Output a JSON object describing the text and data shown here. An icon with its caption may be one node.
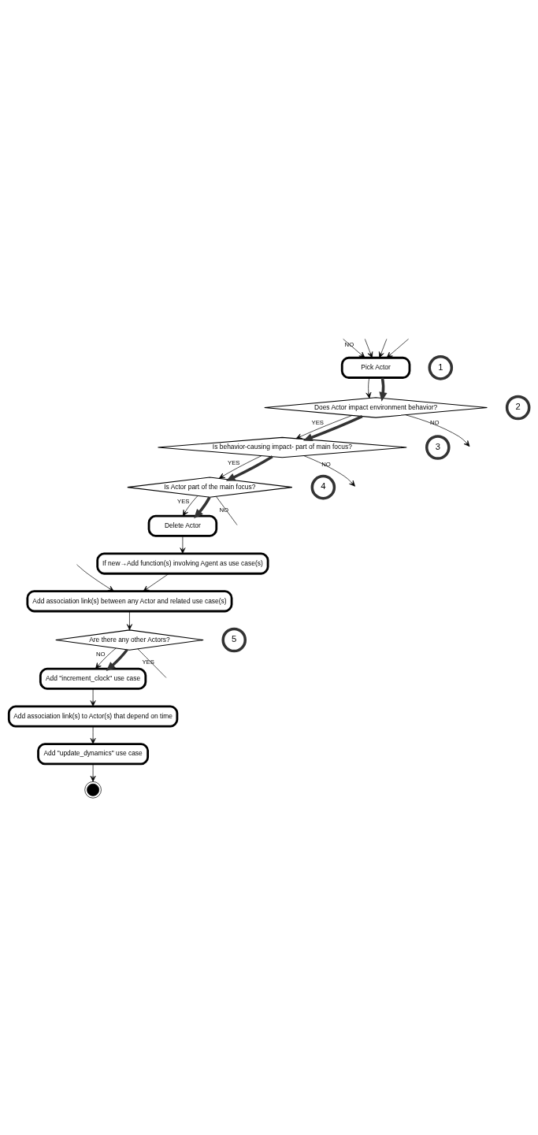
{
  "diagram": {
    "nodes": [
      {
        "text": [
          "Pick Actor"
        ]
      },
      {
        "text": [
          "Does Actor impact environment behavior?"
        ]
      },
      {
        "text": [
          "Is behavior-causing impact- part of main focus?"
        ]
      },
      {
        "text": [
          "Is Actor part of the main focus?"
        ]
      },
      {
        "text": [
          "Delete Actor"
        ]
      },
      {
        "text": [
          "If new→Add function(s) involving Agent as use case(s)"
        ]
      },
      {
        "text": [
          "Add association link(s) between any Actor and related use case(s)"
        ]
      },
      {
        "text": [
          "Are there any other Actors?"
        ]
      },
      {
        "text": [
          "Add \"increment_clock\" use case"
        ]
      },
      {
        "text": [
          "Add association link(s) to Actor(s) that depend on time"
        ]
      },
      {
        "text": [
          "Add \"update_dynamics\" use case"
        ]
      },
      {
        "text": [],
        "shape": "circle"
      },
      {
        "text": [
          "1"
        ]
      },
      {
        "text": [
          "2"
        ]
      },
      {
        "text": [
          "3"
        ]
      },
      {
        "text": [
          "4"
        ]
      },
      {
        "text": [
          "5"
        ]
      }
    ],
    "edges": [
      {
        "from": null,
        "to": 0,
        "arrow": "to",
        "label": "NO"
      },
      {
        "from": null,
        "to": 0,
        "arrow": "to"
      },
      {
        "from": null,
        "to": 0,
        "arrow": "to"
      },
      {
        "from": null,
        "to": 0,
        "arrow": "to"
      },
      {
        "from": 0,
        "to": 1,
        "arrow": "to"
      },
      {
        "from": 1,
        "to": null,
        "arrow": "to",
        "label": "NO"
      },
      {
        "from": 1,
        "to": 2,
        "arrow": "to",
        "label": "YES"
      },
      {
        "from": 2,
        "to": null,
        "arrow": "to",
        "label": "NO"
      },
      {
        "from": 2,
        "to": 3,
        "arrow": "to",
        "label": "YES"
      },
      {
        "from": 3,
        "to": null,
        "arrow": "none",
        "label": "NO"
      },
      {
        "from": 3,
        "to": 4,
        "arrow": "to",
        "label": "YES"
      },
      {
        "from": 4,
        "to": 5,
        "arrow": "to"
      },
      {
        "from": 5,
        "to": 6,
        "arrow": "to"
      },
      {
        "from": null,
        "to": 6,
        "arrow": "to"
      },
      {
        "from": 6,
        "to": 7,
        "arrow": "to"
      },
      {
        "from": 7,
        "to": null,
        "arrow": "none",
        "label": "YES"
      },
      {
        "from": 7,
        "to": 8,
        "arrow": "to",
        "label": "NO"
      },
      {
        "from": 8,
        "to": 9,
        "arrow": "to"
      },
      {
        "from": 9,
        "to": 10,
        "arrow": "to"
      },
      {
        "from": 10,
        "to": 11,
        "arrow": "to"
      },
      {
        "from": 0,
        "to": 1,
        "arrow": "to",
        "style": "thick",
        "color": "#333333"
      },
      {
        "from": 1,
        "to": 2,
        "arrow": "to",
        "style": "thick",
        "color": "#333333"
      },
      {
        "from": 2,
        "to": 3,
        "arrow": "to",
        "style": "thick",
        "color": "#333333"
      },
      {
        "from": 3,
        "to": 4,
        "arrow": "to",
        "style": "thick",
        "color": "#333333"
      },
      {
        "from": 7,
        "to": 8,
        "arrow": "to",
        "style": "thick",
        "color": "#333333"
      }
    ]
  }
}
